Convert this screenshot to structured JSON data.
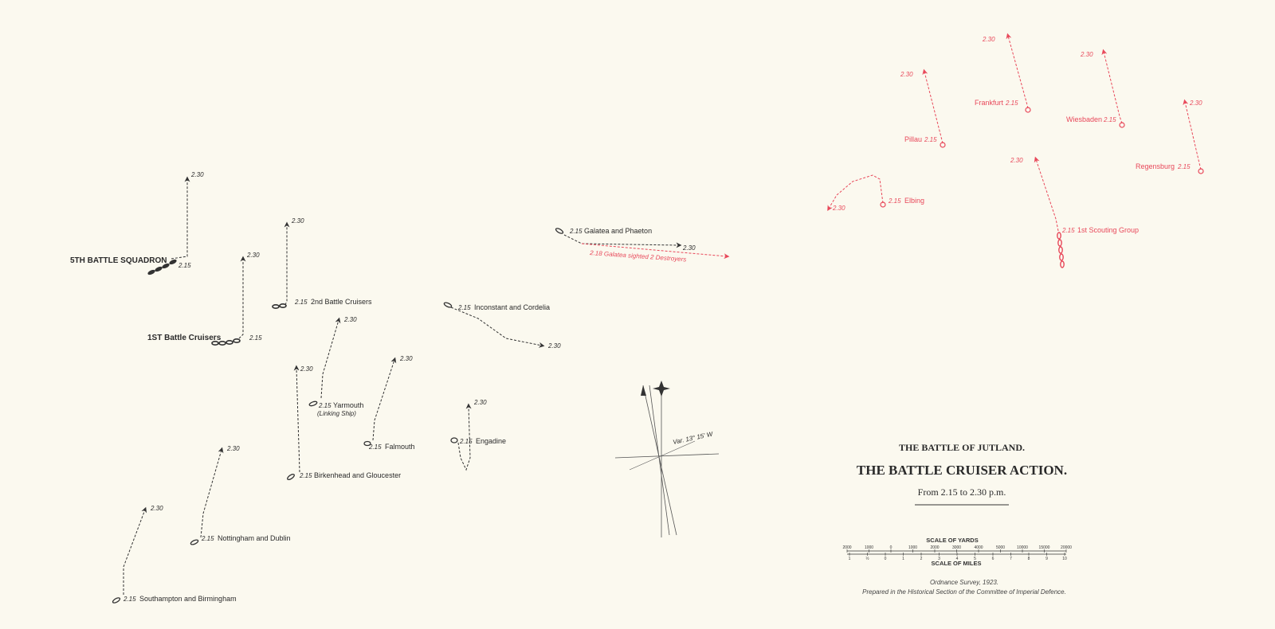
{
  "british": {
    "fifth_bs": {
      "name": "5TH BATTLE SQUADRON",
      "t1": "2.15",
      "t2": "2.30"
    },
    "first_bc": {
      "name": "1ST Battle Cruisers",
      "t1": "2.15",
      "t2": "2.30"
    },
    "second_bc": {
      "name": "2nd Battle Cruisers",
      "t1": "2.15",
      "t2": "2.30"
    },
    "yarmouth": {
      "name": "Yarmouth",
      "sub": "(Linking Ship)",
      "t1": "2.15",
      "t2": "2.30"
    },
    "birkenhead": {
      "name": "Birkenhead and Gloucester",
      "t1": "2.15",
      "t2": "2.30"
    },
    "falmouth": {
      "name": "Falmouth",
      "t1": "2.15",
      "t2": "2.30"
    },
    "engadine": {
      "name": "Engadine",
      "t1": "2.15",
      "t2": "2.30"
    },
    "inconstant": {
      "name": "Inconstant and Cordelia",
      "t1": "2.15",
      "t2": "2.30"
    },
    "galatea": {
      "name": "Galatea and Phaeton",
      "t1": "2.15",
      "t2": "2.30",
      "note": "2.18 Galatea sighted 2 Destroyers"
    },
    "nottingham": {
      "name": "Nottingham and Dublin",
      "t1": "2.15",
      "t2": "2.30"
    },
    "southampton": {
      "name": "Southampton and Birmingham",
      "t1": "2.15",
      "t2": "2.30"
    }
  },
  "german": {
    "pillau": {
      "name": "Pillau",
      "t1": "2.15",
      "t2": "2.30"
    },
    "frankfurt": {
      "name": "Frankfurt",
      "t1": "2.15",
      "t2": "2.30"
    },
    "wiesbaden": {
      "name": "Wiesbaden",
      "t1": "2.15",
      "t2": "2.30"
    },
    "regensburg": {
      "name": "Regensburg",
      "t1": "2.15",
      "t2": "2.30"
    },
    "elbing": {
      "name": "Elbing",
      "t1": "2.15",
      "t2": "2.30"
    },
    "scouting": {
      "name": "1st Scouting Group",
      "t1": "2.15",
      "t2": "2.30"
    }
  },
  "compass": {
    "variation": "Var. 13° 15' W"
  },
  "title": {
    "line1": "THE BATTLE OF JUTLAND.",
    "line2": "THE BATTLE CRUISER ACTION.",
    "line3": "From 2.15 to 2.30 p.m."
  },
  "scale": {
    "yards_label": "SCALE OF YARDS",
    "miles_label": "SCALE OF MILES",
    "yard_ticks": [
      "2000",
      "1000",
      "0",
      "1000",
      "2000",
      "3000",
      "4000",
      "5000",
      "10000",
      "15000",
      "20000"
    ],
    "mile_ticks": [
      "1",
      "½",
      "0",
      "1",
      "2",
      "3",
      "4",
      "5",
      "6",
      "7",
      "8",
      "9",
      "10"
    ]
  },
  "credits": {
    "survey": "Ordnance Survey, 1923.",
    "prepared": "Prepared in the Historical Section of the Committee of Imperial Defence."
  },
  "colors": {
    "german": "#e8485a",
    "british": "#333333",
    "paper": "#fbf9ef"
  }
}
